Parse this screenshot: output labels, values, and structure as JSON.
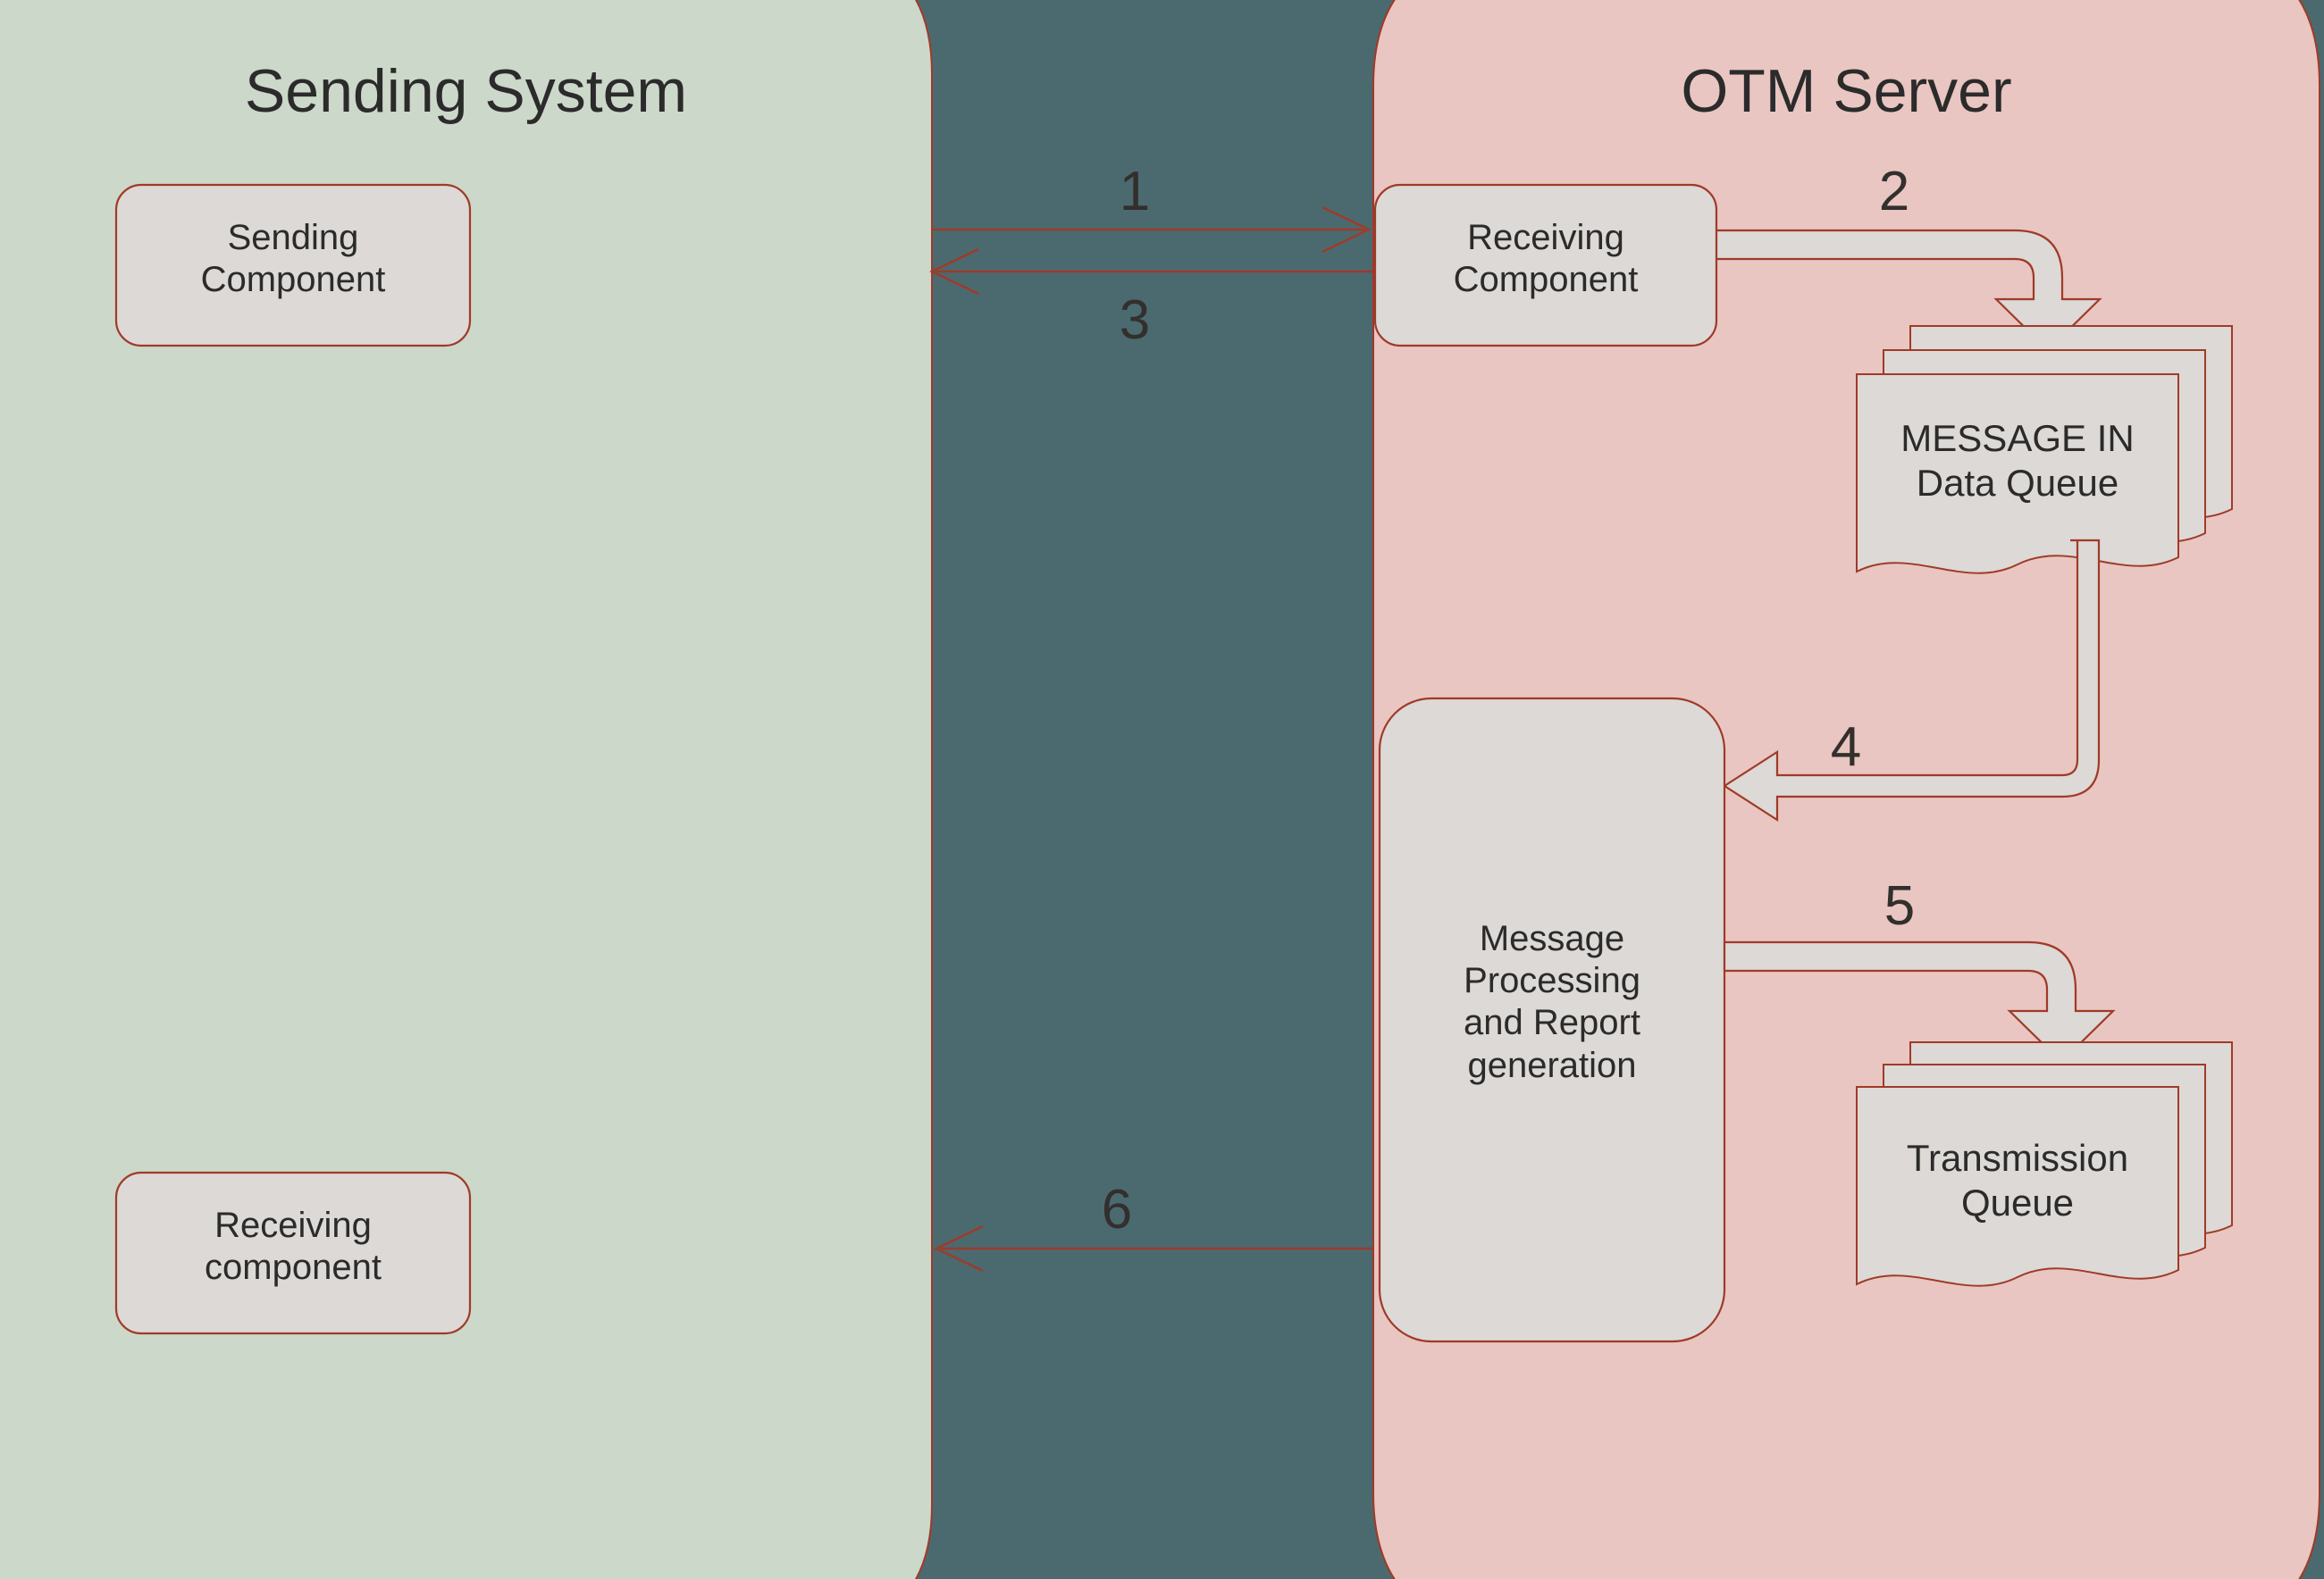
{
  "diagram": {
    "title_left": "Sending System",
    "title_right": "OTM Server",
    "background_color": "#4a6a70",
    "left_panel_color": "#ccd8c9",
    "right_panel_color": "#e9c6c1",
    "node_fill": "#dcd9d6",
    "node_stroke": "#a03a28",
    "text_color": "#2b2b2b"
  },
  "left_panel": {
    "title": "Sending System",
    "nodes": [
      {
        "id": "sending-component",
        "label": "Sending\nComponent"
      },
      {
        "id": "receiving-component-left",
        "label": "Receiving\ncomponent"
      }
    ]
  },
  "right_panel": {
    "title": "OTM Server",
    "nodes": [
      {
        "id": "receiving-component",
        "label": "Receiving\nComponent"
      },
      {
        "id": "message-in-data-queue",
        "label": "MESSAGE IN\nData Queue"
      },
      {
        "id": "message-processing",
        "label": "Message\nProcessing\nand Report\ngeneration"
      },
      {
        "id": "transmission-queue",
        "label": "Transmission\nQueue"
      }
    ]
  },
  "steps": [
    {
      "n": "1",
      "from": "sending-component",
      "to": "receiving-component",
      "style": "thin-line",
      "direction": "right"
    },
    {
      "n": "2",
      "from": "receiving-component",
      "to": "message-in-data-queue",
      "style": "block-arrow",
      "direction": "down"
    },
    {
      "n": "3",
      "from": "receiving-component",
      "to": "sending-component",
      "style": "thin-line",
      "direction": "left"
    },
    {
      "n": "4",
      "from": "message-in-data-queue",
      "to": "message-processing",
      "style": "block-arrow",
      "direction": "left"
    },
    {
      "n": "5",
      "from": "message-processing",
      "to": "transmission-queue",
      "style": "block-arrow",
      "direction": "down"
    },
    {
      "n": "6",
      "from": "message-processing",
      "to": "receiving-component-left",
      "style": "thin-line",
      "direction": "left"
    }
  ],
  "step_labels": {
    "s1": "1",
    "s2": "2",
    "s3": "3",
    "s4": "4",
    "s5": "5",
    "s6": "6"
  }
}
